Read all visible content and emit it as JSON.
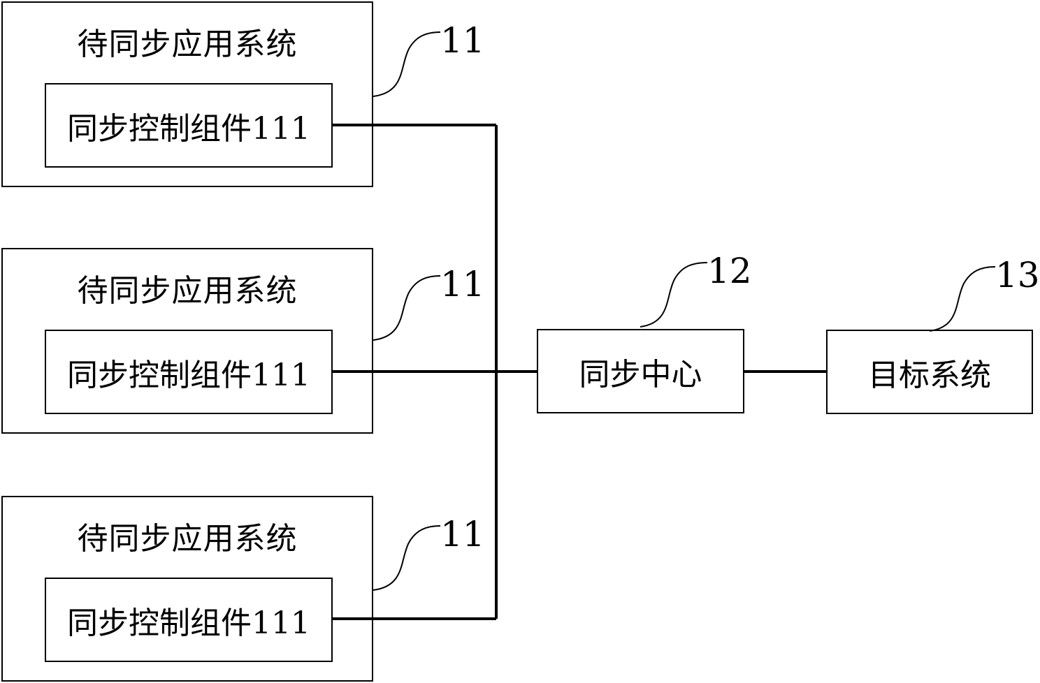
{
  "systems": [
    {
      "title": "待同步应用系统",
      "component": "同步控制组件111",
      "ref": "11"
    },
    {
      "title": "待同步应用系统",
      "component": "同步控制组件111",
      "ref": "11"
    },
    {
      "title": "待同步应用系统",
      "component": "同步控制组件111",
      "ref": "11"
    }
  ],
  "sync_center": {
    "label": "同步中心",
    "ref": "12"
  },
  "target": {
    "label": "目标系统",
    "ref": "13"
  },
  "colors": {
    "line": "#000000",
    "background": "#ffffff"
  }
}
